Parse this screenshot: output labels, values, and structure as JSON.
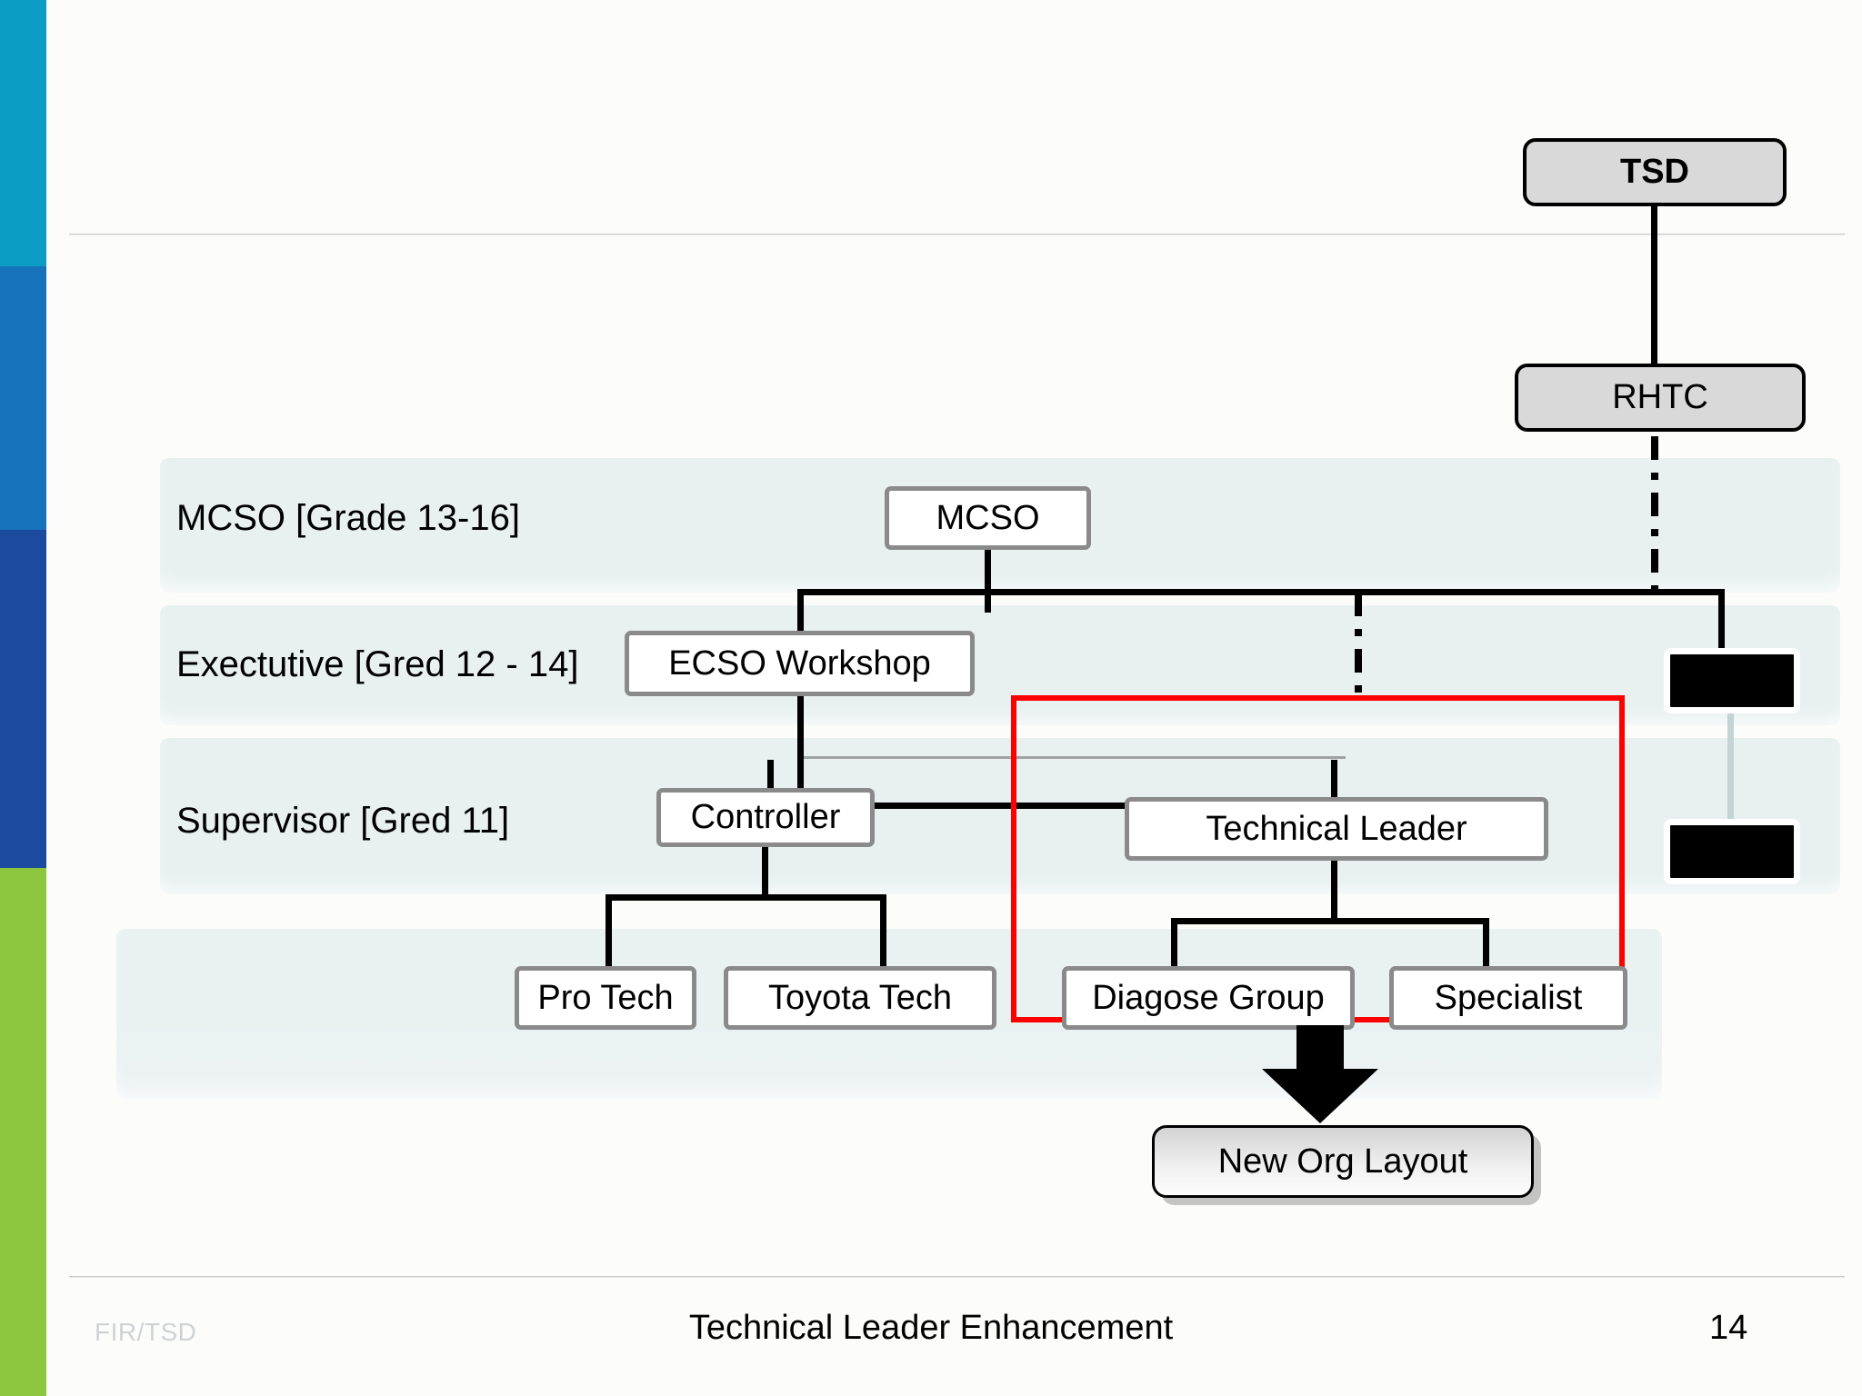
{
  "slide": {
    "footer_left": "FIR/TSD",
    "footer_center": "Technical Leader Enhancement",
    "page_number": "14"
  },
  "level_bands": [
    {
      "label": "MCSO [Grade 13-16]"
    },
    {
      "label": "Exectutive [Gred 12 - 14]"
    },
    {
      "label": "Supervisor [Gred 11]"
    },
    {
      "label": ""
    }
  ],
  "chart_data": {
    "type": "diagram",
    "title": "Technical Leader Enhancement",
    "subtype": "org-chart",
    "nodes": [
      {
        "id": "tsd",
        "label": "TSD",
        "style": "gray-rounded-bold",
        "level": "top"
      },
      {
        "id": "rhtc",
        "label": "RHTC",
        "style": "gray-rounded",
        "level": "top"
      },
      {
        "id": "mcso",
        "label": "MCSO",
        "style": "white",
        "level": "MCSO [Grade 13-16]"
      },
      {
        "id": "ecso",
        "label": "ECSO Workshop",
        "style": "white",
        "level": "Exectutive [Gred 12 - 14]"
      },
      {
        "id": "controller",
        "label": "Controller",
        "style": "white",
        "level": "Supervisor [Gred 11]"
      },
      {
        "id": "techleader",
        "label": "Technical Leader",
        "style": "white",
        "level": "Supervisor [Gred 11]"
      },
      {
        "id": "protech",
        "label": "Pro Tech",
        "style": "white",
        "level": "bottom"
      },
      {
        "id": "toyotatech",
        "label": "Toyota Tech",
        "style": "white",
        "level": "bottom"
      },
      {
        "id": "diagose",
        "label": "Diagose Group",
        "style": "white",
        "level": "bottom"
      },
      {
        "id": "specialist",
        "label": "Specialist",
        "style": "white",
        "level": "bottom"
      },
      {
        "id": "redacted1",
        "label": "",
        "style": "black-redacted",
        "level": "Exectutive [Gred 12 - 14]"
      },
      {
        "id": "redacted2",
        "label": "",
        "style": "black-redacted",
        "level": "Supervisor [Gred 11]"
      },
      {
        "id": "neworg",
        "label": "New Org Layout",
        "style": "gradient-callout",
        "level": "callout"
      }
    ],
    "edges": [
      {
        "from": "tsd",
        "to": "rhtc",
        "style": "solid"
      },
      {
        "from": "rhtc",
        "to": "redacted1",
        "style": "dash-dot"
      },
      {
        "from": "mcso",
        "to": "ecso",
        "style": "solid"
      },
      {
        "from": "mcso",
        "to": "redacted1",
        "style": "solid"
      },
      {
        "from": "ecso",
        "to": "controller",
        "style": "solid"
      },
      {
        "from": "ecso",
        "to": "techleader",
        "style": "solid"
      },
      {
        "from": "controller",
        "to": "protech",
        "style": "solid"
      },
      {
        "from": "controller",
        "to": "toyotatech",
        "style": "solid"
      },
      {
        "from": "techleader",
        "to": "diagose",
        "style": "solid"
      },
      {
        "from": "techleader",
        "to": "specialist",
        "style": "solid"
      },
      {
        "from": "redacted1",
        "to": "redacted2",
        "style": "pale-solid"
      }
    ],
    "annotations": [
      {
        "type": "red-rectangle",
        "encloses": [
          "techleader",
          "diagose",
          "specialist"
        ]
      },
      {
        "type": "down-arrow",
        "points_to": "neworg"
      }
    ]
  },
  "nodes": {
    "tsd": "TSD",
    "rhtc": "RHTC",
    "mcso": "MCSO",
    "ecso": "ECSO Workshop",
    "controller": "Controller",
    "techleader": "Technical Leader",
    "protech": "Pro Tech",
    "toyotatech": "Toyota Tech",
    "diagose": "Diagose Group",
    "specialist": "Specialist",
    "neworg": "New Org Layout",
    "redacted1": "",
    "redacted2": ""
  },
  "colors": {
    "rail_cyan": "#0d9cc4",
    "rail_blue": "#1572bb",
    "rail_navy": "#1c4a9e",
    "rail_green": "#8cc63e",
    "band_fill": "#e8f0f0",
    "node_border": "#8a8a8a",
    "highlight": "#ff0000",
    "top_node_fill": "#d9d9d9"
  }
}
